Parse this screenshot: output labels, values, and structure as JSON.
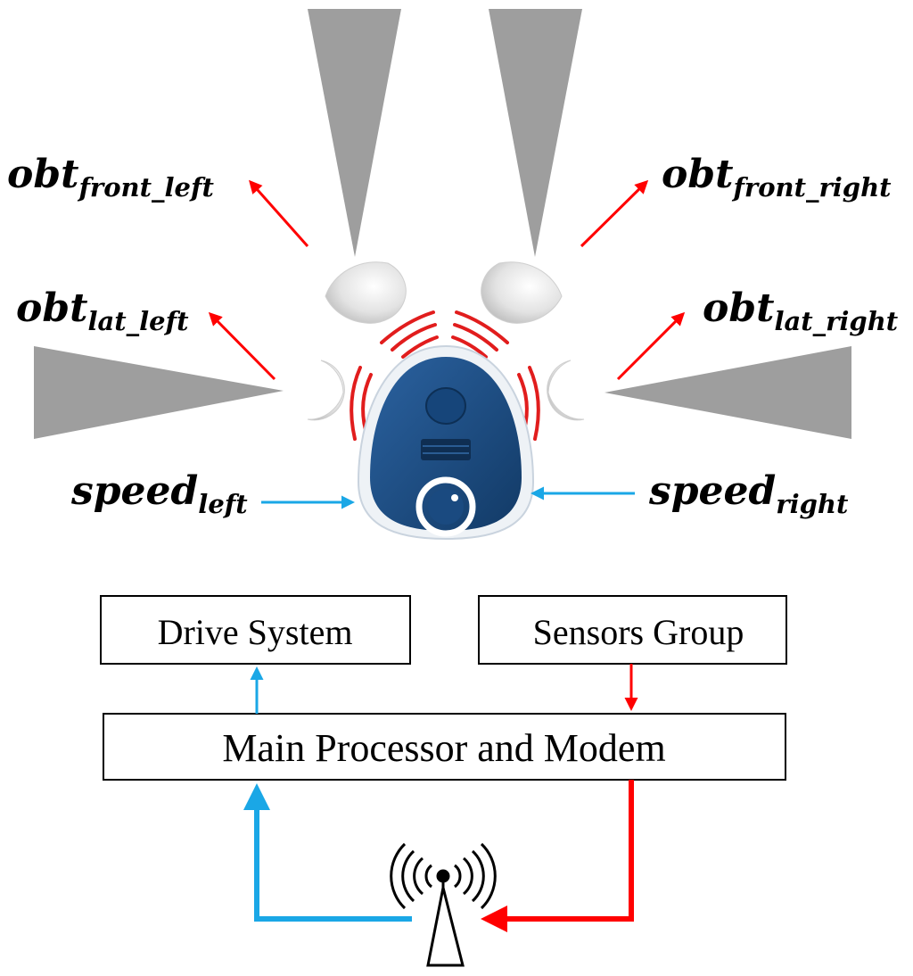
{
  "sensor_labels": {
    "front_left": {
      "base": "obt",
      "sub": "front_left"
    },
    "front_right": {
      "base": "obt",
      "sub": "front_right"
    },
    "lat_left": {
      "base": "obt",
      "sub": "lat_left"
    },
    "lat_right": {
      "base": "obt",
      "sub": "lat_right"
    },
    "speed_left": {
      "base": "speed",
      "sub": "left"
    },
    "speed_right": {
      "base": "speed",
      "sub": "right"
    }
  },
  "blocks": {
    "drive_system": "Drive System",
    "sensors_group": "Sensors Group",
    "main_processor": "Main Processor and Modem"
  },
  "colors": {
    "obstacle_arrow": "#ff0000",
    "speed_arrow": "#1aa7e6",
    "sensor_beam": "#9e9e9e",
    "robot_body": "#1d4f85",
    "robot_shell": "#eef2f6"
  },
  "icons": {
    "robot": "robot-vacuum-icon",
    "antenna": "radio-antenna-icon"
  }
}
